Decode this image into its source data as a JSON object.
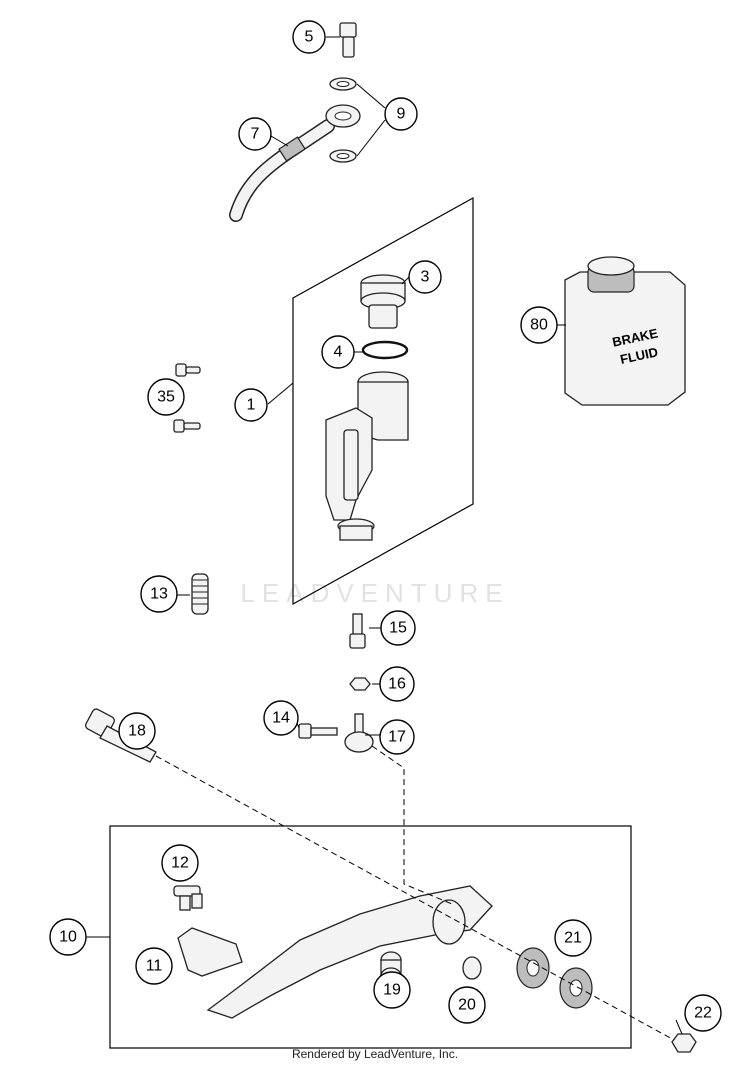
{
  "callouts": {
    "c5": "5",
    "c9": "9",
    "c7": "7",
    "c3": "3",
    "c80": "80",
    "c4": "4",
    "c35": "35",
    "c1": "1",
    "c13": "13",
    "c15": "15",
    "c16": "16",
    "c14": "14",
    "c17": "17",
    "c18": "18",
    "c12": "12",
    "c10": "10",
    "c11": "11",
    "c21": "21",
    "c19": "19",
    "c20": "20",
    "c22": "22"
  },
  "labels": {
    "fluid_line1": "BRAKE",
    "fluid_line2": "FLUID",
    "watermark": "LEADVENTURE"
  },
  "footer": {
    "text": "Rendered by LeadVenture, Inc."
  },
  "colors": {
    "line": "#000000",
    "part_fill": "#f3f3f3",
    "watermark": "#e2e2e2"
  }
}
